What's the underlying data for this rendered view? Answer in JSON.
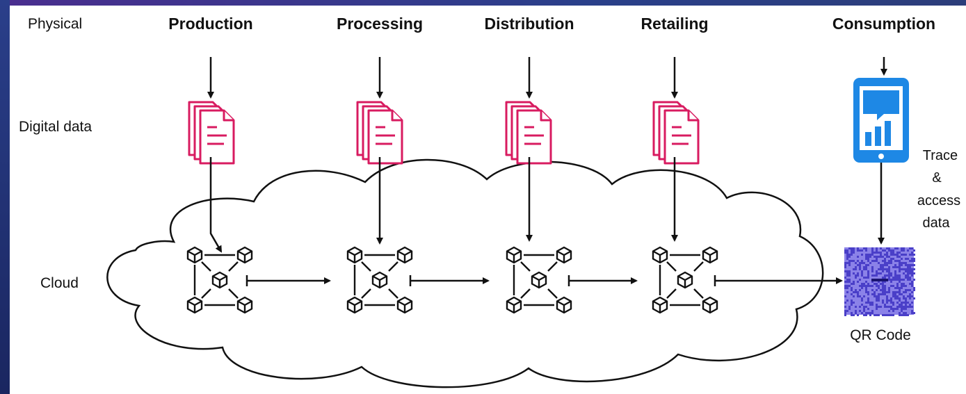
{
  "row_labels": {
    "physical": "Physical",
    "digital": "Digital data",
    "cloud": "Cloud"
  },
  "stages": [
    {
      "name": "Production"
    },
    {
      "name": "Processing"
    },
    {
      "name": "Distribution"
    },
    {
      "name": "Retailing"
    },
    {
      "name": "Consumption"
    }
  ],
  "trace_label": [
    "Trace",
    "&",
    "access",
    "data"
  ],
  "qr_label": "QR Code",
  "colors": {
    "document": "#d81b60",
    "phone": "#1e88e5",
    "qr": "#5a4fd6",
    "line": "#111111",
    "slide_bg": "#1c2a66"
  },
  "icons": {
    "document": "document-stack-icon",
    "blockchain": "blockchain-network-icon",
    "phone": "smartphone-chart-icon",
    "qr": "qr-code-icon"
  }
}
